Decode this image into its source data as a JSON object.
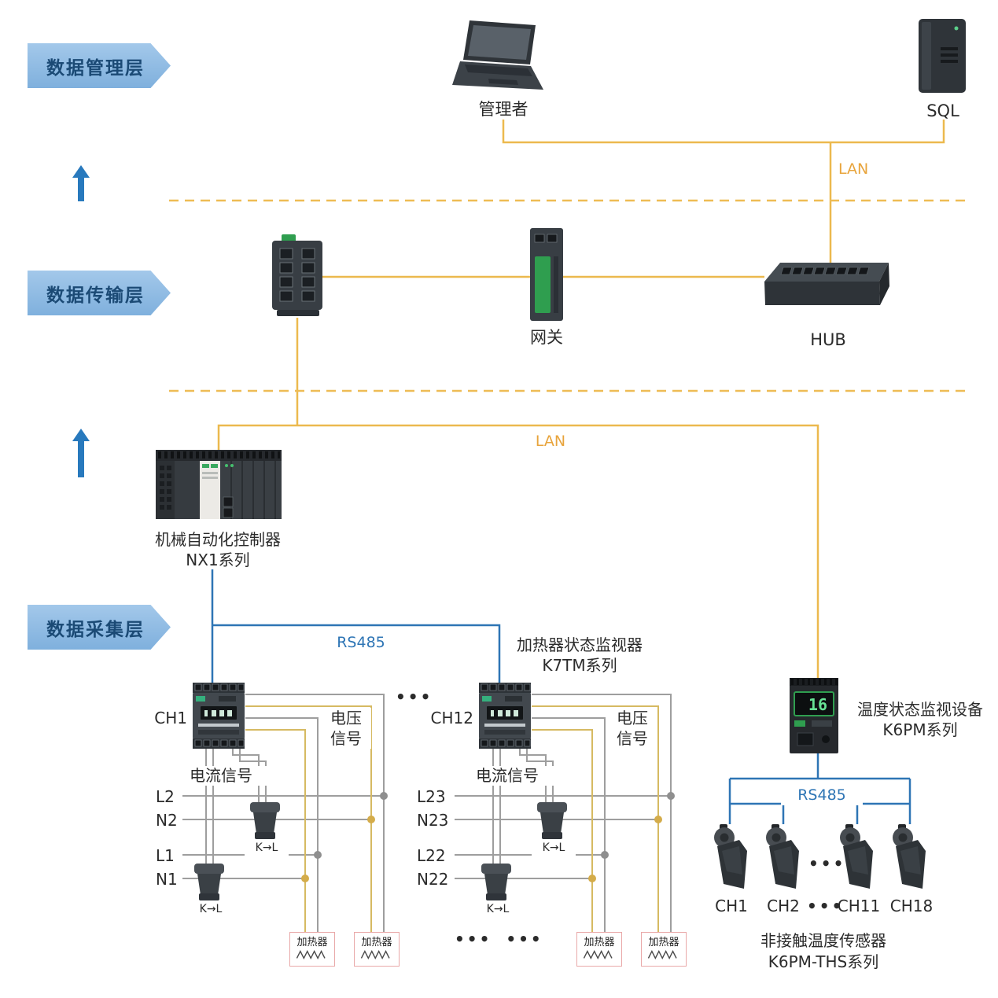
{
  "colors": {
    "accent_blue": "#2e75b5",
    "line_yellow": "#ecb94e",
    "lan_orange": "#e8a43c",
    "banner_blue": "#8ab6e1",
    "banner_text": "#1b4a75",
    "heater_border": "#e9a8a8"
  },
  "banners": {
    "management": "数据管理层",
    "transmission": "数据传输层",
    "acquisition": "数据采集层"
  },
  "management": {
    "admin": "管理者",
    "sql": "SQL",
    "lan": "LAN"
  },
  "transmission": {
    "gateway": "网关",
    "hub": "HUB",
    "lan": "LAN"
  },
  "nx1": {
    "name1": "机械自动化控制器",
    "name2": "NX1系列"
  },
  "k7tm": {
    "rs485": "RS485",
    "name1": "加热器状态监视器",
    "name2": "K7TM系列",
    "dots": "•••",
    "heater": "加热器",
    "kl": "K→L",
    "voltage1": "电压",
    "voltage2": "信号",
    "current": "电流信号",
    "left": {
      "ch": "CH1",
      "wires": [
        "L2",
        "N2",
        "L1",
        "N1"
      ]
    },
    "right": {
      "ch": "CH12",
      "wires": [
        "L23",
        "N23",
        "L22",
        "N22"
      ]
    }
  },
  "k6pm": {
    "name1": "温度状态监视设备",
    "name2": "K6PM系列",
    "display": "16",
    "rs485": "RS485",
    "channels": [
      "CH1",
      "CH2",
      "CH11",
      "CH18"
    ],
    "dots": "•••",
    "sensors1": "非接触温度传感器",
    "sensors2": "K6PM-THS系列"
  }
}
